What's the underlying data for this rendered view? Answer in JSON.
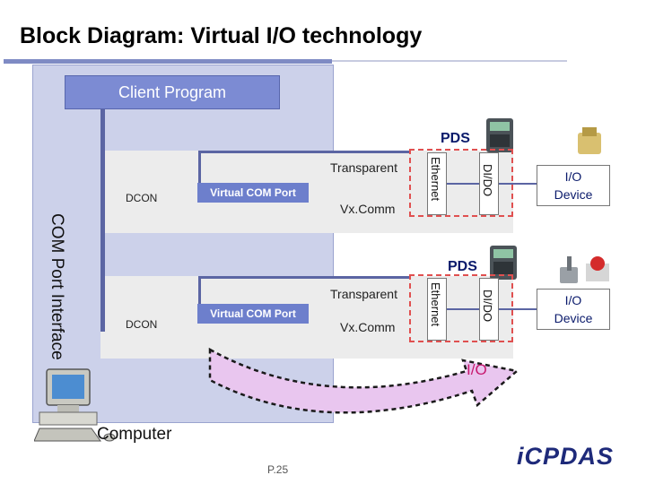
{
  "title": "Block Diagram: Virtual I/O technology",
  "client_program": "Client Program",
  "com_port_interface": "COM Port Interface",
  "computer_label": "Computer",
  "io_label": "I/O",
  "page_number": "P.25",
  "logo_text": "iCPDAS",
  "lanes": [
    {
      "pds": "PDS",
      "dcon": "DCON",
      "virtual_com_port": "Virtual COM Port",
      "transparent": "Transparent",
      "vxcomm": "Vx.Comm",
      "ethernet": "Ethernet",
      "dido": "DI/DO",
      "io_device_line1": "I/O",
      "io_device_line2": "Device"
    },
    {
      "pds": "PDS",
      "dcon": "DCON",
      "virtual_com_port": "Virtual COM Port",
      "transparent": "Transparent",
      "vxcomm": "Vx.Comm",
      "ethernet": "Ethernet",
      "dido": "DI/DO",
      "io_device_line1": "I/O",
      "io_device_line2": "Device"
    }
  ],
  "colors": {
    "panel": "#ccd1ea",
    "accent": "#7c8bd3",
    "dashed": "#e05050",
    "io_text": "#c7186e",
    "arrow_fill": "#e9c6ef"
  }
}
